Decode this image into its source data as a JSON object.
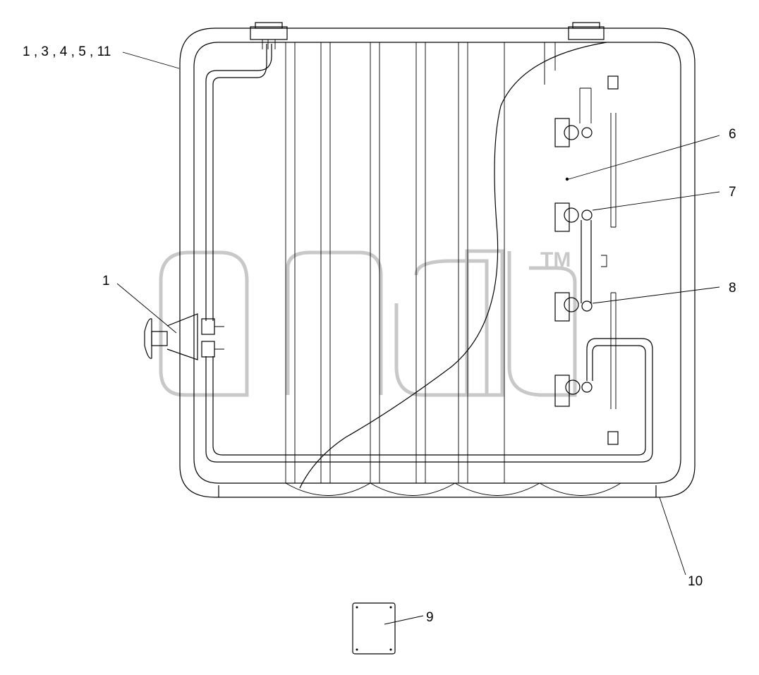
{
  "callouts": {
    "c_main": "1 , 3 , 4 , 5 , 11",
    "c_1": "1",
    "c_6": "6",
    "c_7": "7",
    "c_8": "8",
    "c_9": "9",
    "c_10": "10"
  },
  "watermark": {
    "tm": "TM"
  },
  "colors": {
    "line": "#000000",
    "watermark": "#c8c8c8",
    "background": "#ffffff"
  }
}
